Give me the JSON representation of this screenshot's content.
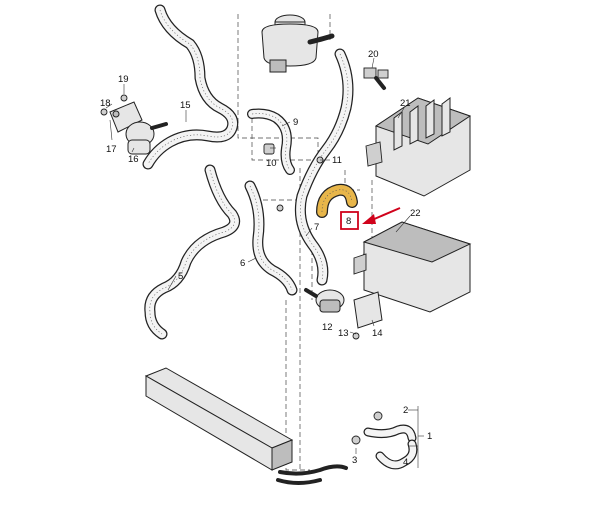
{
  "diagram": {
    "callouts": [
      "1",
      "2",
      "3",
      "4",
      "5",
      "6",
      "7",
      "8",
      "9",
      "10",
      "11",
      "12",
      "13",
      "14",
      "15",
      "16",
      "17",
      "18",
      "19",
      "20",
      "21",
      "22"
    ],
    "highlighted_part": "8",
    "colors": {
      "line": "#222222",
      "highlight_box": "#d0021b",
      "arrow": "#d0021b",
      "hose_8_fill": "#e8b64a",
      "background": "#ffffff"
    }
  }
}
